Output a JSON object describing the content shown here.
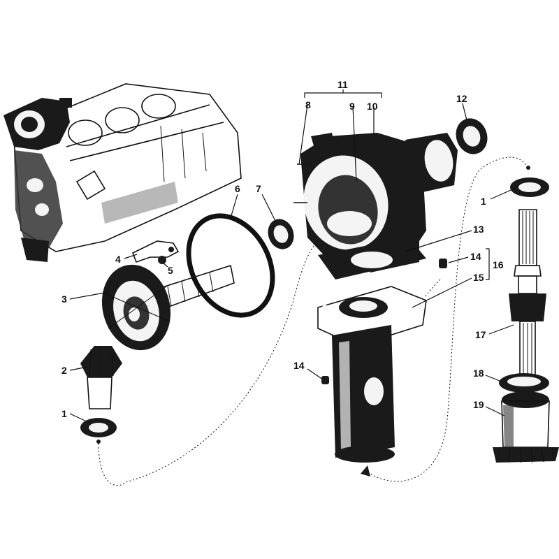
{
  "callouts": [
    {
      "id": "c1a",
      "text": "1"
    },
    {
      "id": "c1b",
      "text": "1"
    },
    {
      "id": "c2",
      "text": "2"
    },
    {
      "id": "c3",
      "text": "3"
    },
    {
      "id": "c4",
      "text": "4"
    },
    {
      "id": "c5",
      "text": "5"
    },
    {
      "id": "c6",
      "text": "6"
    },
    {
      "id": "c7",
      "text": "7"
    },
    {
      "id": "c8",
      "text": "8"
    },
    {
      "id": "c9",
      "text": "9"
    },
    {
      "id": "c10",
      "text": "10"
    },
    {
      "id": "c11",
      "text": "11"
    },
    {
      "id": "c12",
      "text": "12"
    },
    {
      "id": "c13",
      "text": "13"
    },
    {
      "id": "c14a",
      "text": "14"
    },
    {
      "id": "c14b",
      "text": "14"
    },
    {
      "id": "c15",
      "text": "15"
    },
    {
      "id": "c16",
      "text": "16"
    },
    {
      "id": "c17",
      "text": "17"
    },
    {
      "id": "c18",
      "text": "18"
    },
    {
      "id": "c19",
      "text": "19"
    }
  ]
}
